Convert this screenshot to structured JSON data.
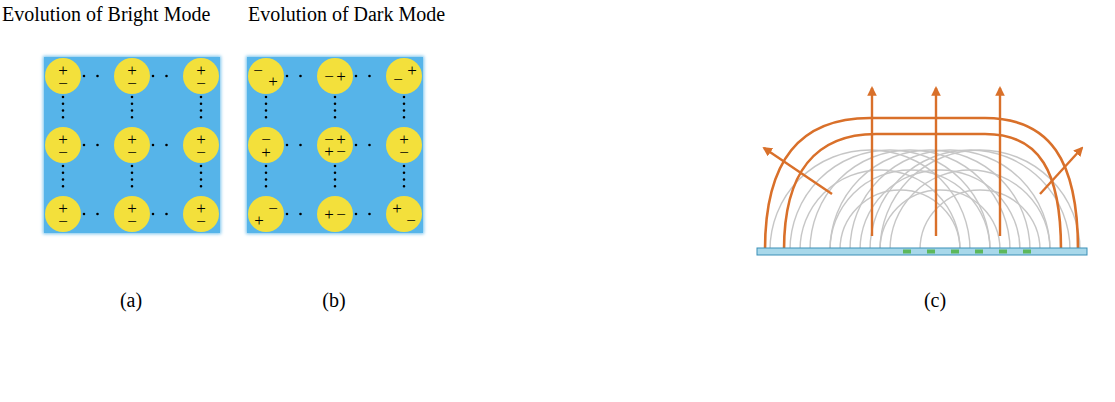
{
  "diagram": {
    "nodes": [
      {
        "text": [
          "Evolution of Bright Mode"
        ]
      },
      {
        "text": [
          "+",
          "−"
        ],
        "in": 0
      },
      {
        "text": [
          "+",
          "−"
        ],
        "in": 0
      },
      {
        "text": [
          "+",
          "−"
        ],
        "in": 0
      },
      {
        "text": [
          "+",
          "−"
        ],
        "in": 0
      },
      {
        "text": [
          "+",
          "−"
        ],
        "in": 0
      },
      {
        "text": [
          "+",
          "−"
        ],
        "in": 0
      },
      {
        "text": [
          "+",
          "−"
        ],
        "in": 0
      },
      {
        "text": [
          "+",
          "−"
        ],
        "in": 0
      },
      {
        "text": [
          "+",
          "−"
        ],
        "in": 0
      },
      {
        "text": [
          "Evolution of Dark Mode"
        ]
      },
      {
        "text": [
          "−",
          "+"
        ],
        "in": 10
      },
      {
        "text": [
          "−",
          "+"
        ],
        "in": 10
      },
      {
        "text": [
          "+",
          "−"
        ],
        "in": 10
      },
      {
        "text": [
          "−",
          "+"
        ],
        "in": 10
      },
      {
        "text": [
          "−",
          "+",
          "+",
          "−"
        ],
        "in": 10
      },
      {
        "text": [
          "+",
          "−"
        ],
        "in": 10
      },
      {
        "text": [
          "−",
          "+"
        ],
        "in": 10
      },
      {
        "text": [
          "+",
          "−"
        ],
        "in": 10
      },
      {
        "text": [
          "+",
          "−"
        ],
        "in": 10
      }
    ],
    "edges": [
      {
        "from": 1,
        "to": 2,
        "arrow": "none"
      },
      {
        "from": 2,
        "to": 3,
        "arrow": "none"
      },
      {
        "from": 1,
        "to": 4,
        "arrow": "none"
      },
      {
        "from": 2,
        "to": 5,
        "arrow": "none"
      },
      {
        "from": 3,
        "to": 6,
        "arrow": "none"
      },
      {
        "from": 4,
        "to": 5,
        "arrow": "none"
      },
      {
        "from": 5,
        "to": 6,
        "arrow": "none"
      },
      {
        "from": 4,
        "to": 7,
        "arrow": "none"
      },
      {
        "from": 5,
        "to": 8,
        "arrow": "none"
      },
      {
        "from": 6,
        "to": 9,
        "arrow": "none"
      },
      {
        "from": 7,
        "to": 8,
        "arrow": "none"
      },
      {
        "from": 8,
        "to": 9,
        "arrow": "none"
      },
      {
        "from": 11,
        "to": 12,
        "arrow": "none"
      },
      {
        "from": 12,
        "to": 13,
        "arrow": "none"
      },
      {
        "from": 11,
        "to": 14,
        "arrow": "none"
      },
      {
        "from": 12,
        "to": 15,
        "arrow": "none"
      },
      {
        "from": 13,
        "to": 16,
        "arrow": "none"
      },
      {
        "from": 14,
        "to": 15,
        "arrow": "none"
      },
      {
        "from": 15,
        "to": 16,
        "arrow": "none"
      },
      {
        "from": 14,
        "to": 17,
        "arrow": "none"
      },
      {
        "from": 15,
        "to": 18,
        "arrow": "none"
      },
      {
        "from": 16,
        "to": 19,
        "arrow": "none"
      },
      {
        "from": 17,
        "to": 18,
        "arrow": "none"
      },
      {
        "from": 18,
        "to": 19,
        "arrow": "none"
      }
    ],
    "labels": [
      "(a)",
      "(b)",
      "(c)"
    ]
  }
}
